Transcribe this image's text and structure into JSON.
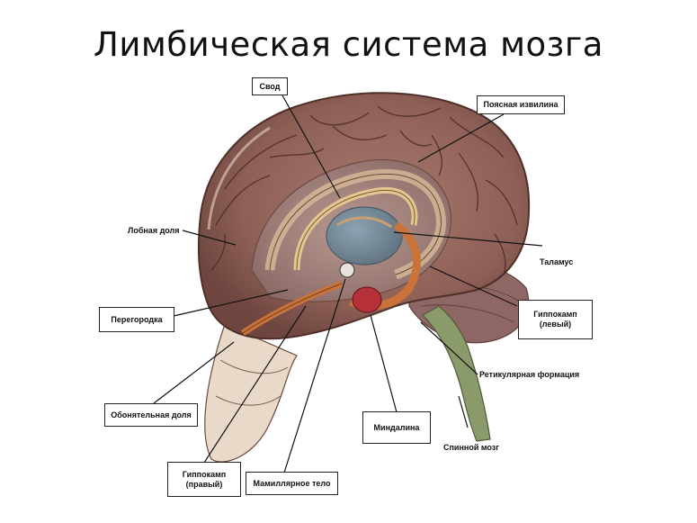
{
  "title": "Лимбическая система мозга",
  "labels": {
    "svod": "Свод",
    "poyasnaya": "Поясная извилина",
    "lobnaya": "Лобная доля",
    "talamus": "Таламус",
    "peregorodka": "Перегородка",
    "gippokamp_levyi_1": "Гиппокамп",
    "gippokamp_levyi_2": "(левый)",
    "retikulyarnaya": "Ретикулярная формация",
    "obonyatelnaya": "Обонятельная доля",
    "mindalina": "Миндалина",
    "spinnoi": "Спинной мозг",
    "gippokamp_pravyi_1": "Гиппокамп",
    "gippokamp_pravyi_2": "(правый)",
    "mamillyarnoe": "Мамиллярное тело"
  }
}
